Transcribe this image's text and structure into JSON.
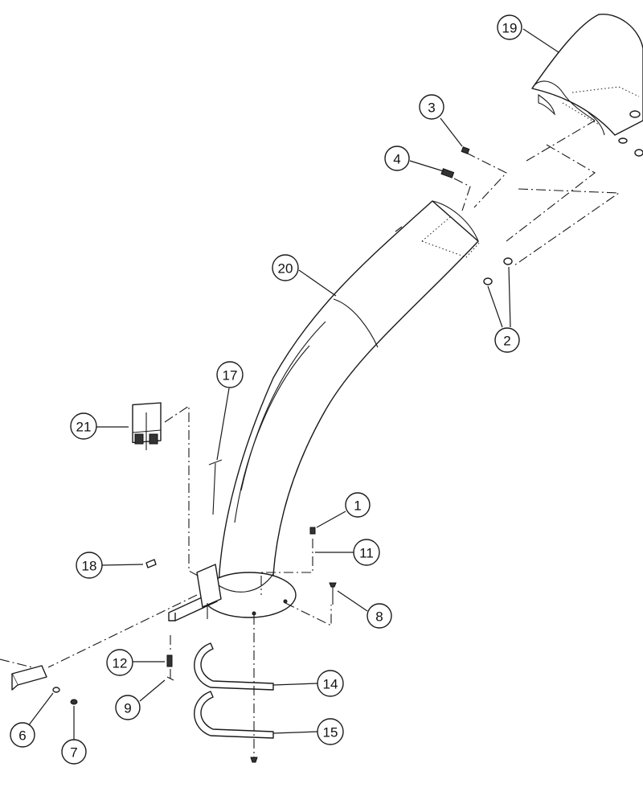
{
  "diagram": {
    "callouts": [
      {
        "id": "19",
        "label": "19"
      },
      {
        "id": "3",
        "label": "3"
      },
      {
        "id": "4",
        "label": "4"
      },
      {
        "id": "20",
        "label": "20"
      },
      {
        "id": "2",
        "label": "2"
      },
      {
        "id": "17",
        "label": "17"
      },
      {
        "id": "21",
        "label": "21"
      },
      {
        "id": "1",
        "label": "1"
      },
      {
        "id": "11",
        "label": "11"
      },
      {
        "id": "18",
        "label": "18"
      },
      {
        "id": "8",
        "label": "8"
      },
      {
        "id": "12",
        "label": "12"
      },
      {
        "id": "14",
        "label": "14"
      },
      {
        "id": "9",
        "label": "9"
      },
      {
        "id": "15",
        "label": "15"
      },
      {
        "id": "6",
        "label": "6"
      },
      {
        "id": "7",
        "label": "7"
      }
    ]
  }
}
